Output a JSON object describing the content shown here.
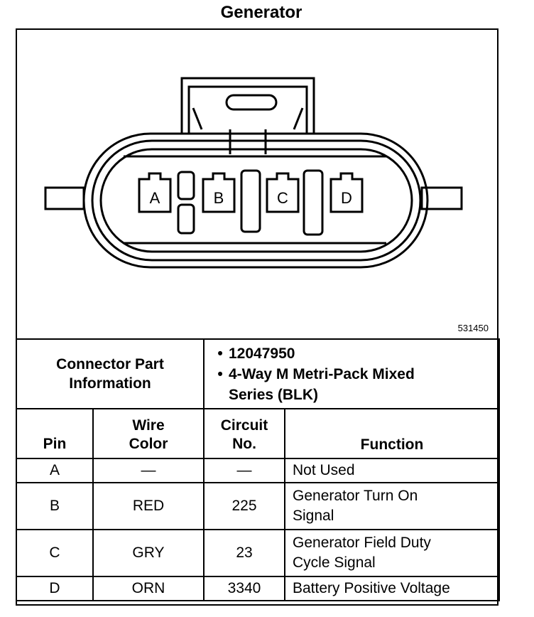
{
  "title": "Generator",
  "diagram": {
    "part_number": "531450",
    "pins": [
      "A",
      "B",
      "C",
      "D"
    ]
  },
  "connector_info": {
    "label_line1": "Connector Part",
    "label_line2": "Information",
    "items": [
      "12047950",
      "4-Way M Metri-Pack Mixed",
      "Series (BLK)"
    ]
  },
  "table": {
    "headers": {
      "pin": "Pin",
      "wire_color_1": "Wire",
      "wire_color_2": "Color",
      "circuit_1": "Circuit",
      "circuit_2": "No.",
      "function": "Function"
    },
    "rows": [
      {
        "pin": "A",
        "wire": "—",
        "circuit": "—",
        "function_1": "Not Used",
        "function_2": ""
      },
      {
        "pin": "B",
        "wire": "RED",
        "circuit": "225",
        "function_1": "Generator Turn On",
        "function_2": "Signal"
      },
      {
        "pin": "C",
        "wire": "GRY",
        "circuit": "23",
        "function_1": "Generator Field Duty",
        "function_2": "Cycle Signal"
      },
      {
        "pin": "D",
        "wire": "ORN",
        "circuit": "3340",
        "function_1": "Battery Positive Voltage",
        "function_2": ""
      }
    ]
  }
}
